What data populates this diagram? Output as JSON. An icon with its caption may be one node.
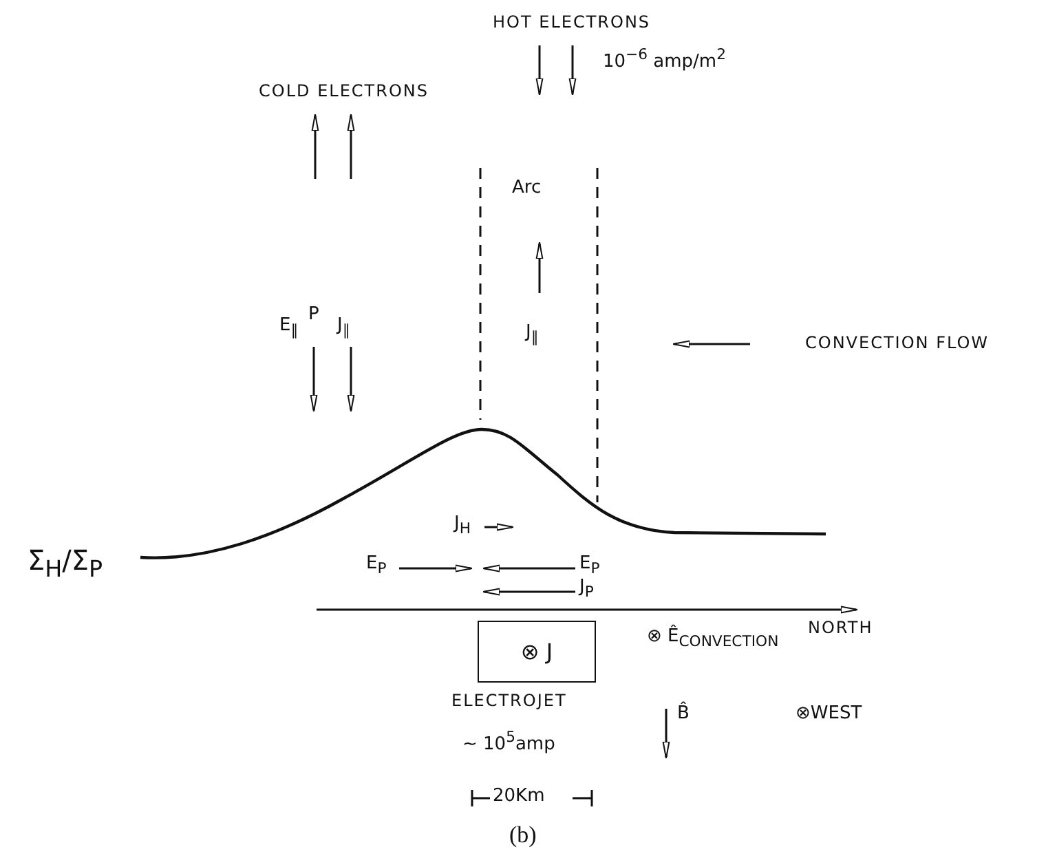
{
  "diagram": {
    "caption": "(b)",
    "nodes": [
      {
        "text": [
          "⊗ J"
        ],
        "beside": [
          "ELECTROJET",
          "~ 10$^{5}$amp"
        ]
      }
    ],
    "edges": [],
    "labels": [
      "HOT ELECTRONS",
      "10$^{−6}$ amp/m$^{2}$",
      "COLD ELECTRONS",
      "Arc",
      "E$_{∥}$",
      "P",
      "J$_{∥}$",
      "J$_{∥}$",
      "CONVECTION FLOW",
      "J$_{H}$",
      "Σ$_{H}$/Σ$_{P}$",
      "E$_{P}$",
      "E$_{P}$",
      "J$_{P}$",
      "NORTH",
      "⊗ Ê$_{CONVECTION}$",
      "B̂",
      "⊗WEST",
      "20Km"
    ]
  }
}
